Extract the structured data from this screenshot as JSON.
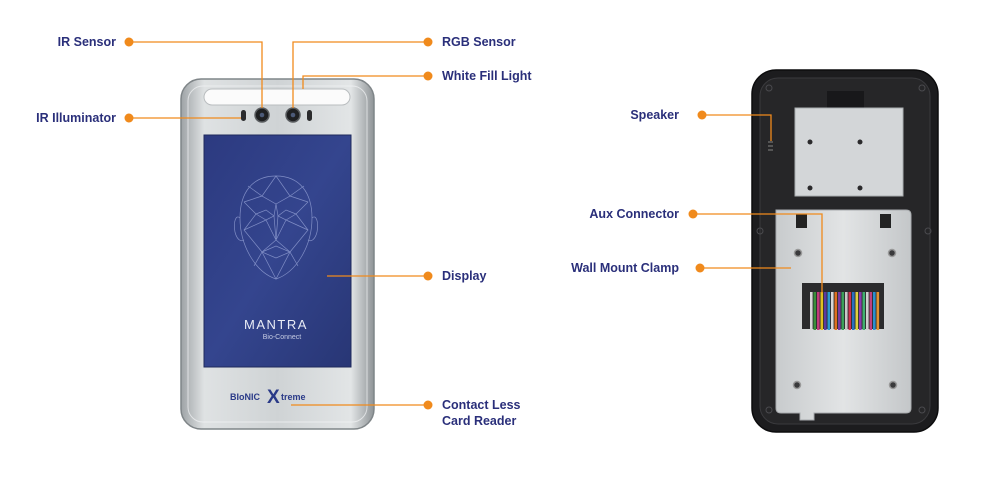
{
  "labels": {
    "ir_sensor": "IR Sensor",
    "rgb_sensor": "RGB Sensor",
    "white_fill_light": "White Fill Light",
    "ir_illuminator": "IR Illuminator",
    "display": "Display",
    "contact_less_line1": "Contact Less",
    "contact_less_line2": "Card Reader",
    "speaker": "Speaker",
    "aux_connector": "Aux Connector",
    "wall_mount_clamp": "Wall Mount Clamp"
  },
  "device": {
    "brand": "MANTRA",
    "product": "Bio-Connect",
    "series_prefix": "BIoNIC",
    "series_x": "X",
    "series_suffix": "treme"
  },
  "colors": {
    "label_text": "#2a2f7a",
    "leader": "#f08a1c",
    "screen": "#2f3f86",
    "device_frame": "#c9cdcf",
    "back_housing": "#1c1c1e",
    "mount_plate": "#d6d9db"
  }
}
